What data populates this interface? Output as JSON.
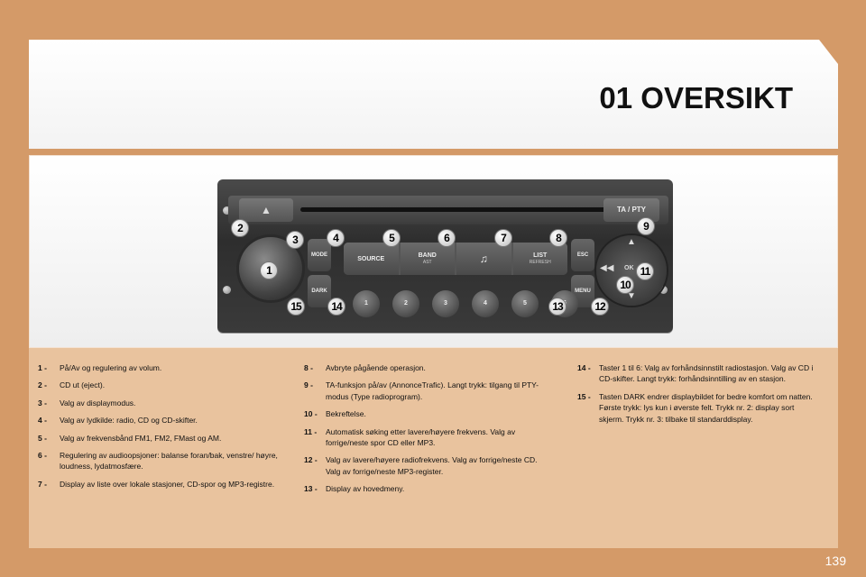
{
  "header": {
    "title": "01 OVERSIKT"
  },
  "radio": {
    "eject_symbol": "▲",
    "ta_pty_label": "TA / PTY",
    "mode_label": "MODE",
    "dark_label": "DARK",
    "esc_label": "ESC",
    "menu_label": "MENU",
    "ok_label": "OK",
    "buttons": [
      {
        "label": "SOURCE",
        "sub": ""
      },
      {
        "label": "BAND",
        "sub": "AST"
      },
      {
        "label": "♫",
        "sub": ""
      },
      {
        "label": "LIST",
        "sub": "REFRESH"
      }
    ],
    "presets": [
      "1",
      "2",
      "3",
      "4",
      "5",
      "6"
    ]
  },
  "callouts": [
    "1",
    "2",
    "3",
    "4",
    "5",
    "6",
    "7",
    "8",
    "9",
    "10",
    "11",
    "12",
    "13",
    "14",
    "15"
  ],
  "legend": {
    "col1": [
      {
        "num": "1 -",
        "text": "På/Av og regulering av volum."
      },
      {
        "num": "2 -",
        "text": "CD ut (eject)."
      },
      {
        "num": "3 -",
        "text": "Valg av displaymodus."
      },
      {
        "num": "4 -",
        "text": "Valg av lydkilde: radio, CD og CD-skifter."
      },
      {
        "num": "5 -",
        "text": "Valg av frekvensbånd FM1, FM2, FMast og AM."
      },
      {
        "num": "6 -",
        "text": "Regulering av audioopsjoner: balanse foran/bak, venstre/ høyre, loudness, lydatmosfære."
      },
      {
        "num": "7 -",
        "text": "Display av liste over lokale stasjoner, CD-spor og MP3-registre."
      }
    ],
    "col2": [
      {
        "num": "8 -",
        "text": "Avbryte pågående operasjon."
      },
      {
        "num": "9 -",
        "text": "TA-funksjon på/av (AnnonceTrafic). Langt trykk: tilgang til PTY-modus (Type radioprogram)."
      },
      {
        "num": "10 -",
        "text": "Bekreftelse."
      },
      {
        "num": "11 -",
        "text": "Automatisk søking etter lavere/høyere frekvens. Valg av forrige/neste spor CD eller MP3."
      },
      {
        "num": "12 -",
        "text": "Valg av lavere/høyere radiofrekvens. Valg av forrige/neste CD. Valg av forrige/neste MP3-register."
      },
      {
        "num": "13 -",
        "text": "Display av hovedmeny."
      }
    ],
    "col3": [
      {
        "num": "14 -",
        "text": "Taster 1 til 6: Valg av forhåndsinnstilt radiostasjon. Valg av CD i CD-skifter. Langt trykk: forhåndsinntilling av en stasjon."
      },
      {
        "num": "15 -",
        "text": "Tasten DARK endrer displaybildet for bedre komfort om natten. Første trykk: lys kun i øverste felt. Trykk nr. 2: display sort skjerm. Trykk nr. 3: tilbake til standarddisplay."
      }
    ]
  },
  "page_number": "139"
}
